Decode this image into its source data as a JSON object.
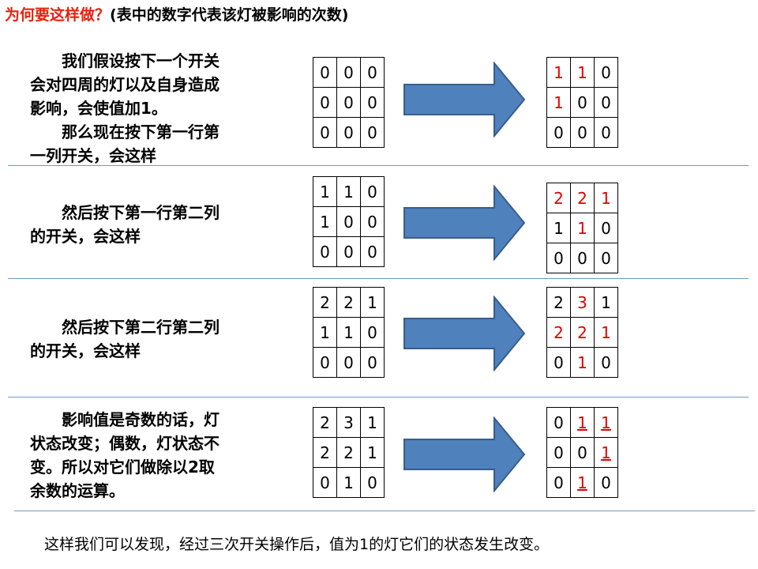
{
  "title": {
    "question": "为何要这样做？",
    "note": "(表中的数字代表该灯被影响的次数)"
  },
  "steps": [
    {
      "lines": [
        "我们假设按下一个开关",
        "会对四周的灯以及自身造成",
        "影响，会使值加1。",
        "那么现在按下第一行第",
        "一列开关，会这样"
      ],
      "before": [
        [
          "0",
          "0",
          "0"
        ],
        [
          "0",
          "0",
          "0"
        ],
        [
          "0",
          "0",
          "0"
        ]
      ],
      "after": [
        [
          "1",
          "1",
          "0"
        ],
        [
          "1",
          "0",
          "0"
        ],
        [
          "0",
          "0",
          "0"
        ]
      ],
      "after_red": [
        [
          true,
          true,
          false
        ],
        [
          true,
          false,
          false
        ],
        [
          false,
          false,
          false
        ]
      ],
      "after_ul": [
        [
          false,
          false,
          false
        ],
        [
          false,
          false,
          false
        ],
        [
          false,
          false,
          false
        ]
      ]
    },
    {
      "lines": [
        "然后按下第一行第二列",
        "的开关，会这样"
      ],
      "before": [
        [
          "1",
          "1",
          "0"
        ],
        [
          "1",
          "0",
          "0"
        ],
        [
          "0",
          "0",
          "0"
        ]
      ],
      "after": [
        [
          "2",
          "2",
          "1"
        ],
        [
          "1",
          "1",
          "0"
        ],
        [
          "0",
          "0",
          "0"
        ]
      ],
      "after_red": [
        [
          true,
          true,
          true
        ],
        [
          false,
          true,
          false
        ],
        [
          false,
          false,
          false
        ]
      ],
      "after_ul": [
        [
          false,
          false,
          false
        ],
        [
          false,
          false,
          false
        ],
        [
          false,
          false,
          false
        ]
      ]
    },
    {
      "lines": [
        "然后按下第二行第二列",
        "的开关，会这样"
      ],
      "before": [
        [
          "2",
          "2",
          "1"
        ],
        [
          "1",
          "1",
          "0"
        ],
        [
          "0",
          "0",
          "0"
        ]
      ],
      "after": [
        [
          "2",
          "3",
          "1"
        ],
        [
          "2",
          "2",
          "1"
        ],
        [
          "0",
          "1",
          "0"
        ]
      ],
      "after_red": [
        [
          false,
          true,
          false
        ],
        [
          true,
          true,
          true
        ],
        [
          false,
          true,
          false
        ]
      ],
      "after_ul": [
        [
          false,
          false,
          false
        ],
        [
          false,
          false,
          false
        ],
        [
          false,
          false,
          false
        ]
      ]
    },
    {
      "lines": [
        "影响值是奇数的话，灯",
        "状态改变；偶数，灯状态不",
        "变。所以对它们做除以2取",
        "余数的运算。"
      ],
      "before": [
        [
          "2",
          "3",
          "1"
        ],
        [
          "2",
          "2",
          "1"
        ],
        [
          "0",
          "1",
          "0"
        ]
      ],
      "after": [
        [
          "0",
          "1",
          "1"
        ],
        [
          "0",
          "0",
          "1"
        ],
        [
          "0",
          "1",
          "0"
        ]
      ],
      "after_red": [
        [
          false,
          true,
          true
        ],
        [
          false,
          false,
          true
        ],
        [
          false,
          true,
          false
        ]
      ],
      "after_ul": [
        [
          false,
          true,
          true
        ],
        [
          false,
          false,
          true
        ],
        [
          false,
          true,
          false
        ]
      ]
    }
  ],
  "footer": "这样我们可以发现，经过三次开关操作后，值为1的灯它们的状态发生改变。",
  "colors": {
    "title": "#e8200e",
    "highlight": "#e00000",
    "arrow_fill": "#4f81bd",
    "arrow_stroke": "#385d8a",
    "divider": "#6f9ac3"
  }
}
